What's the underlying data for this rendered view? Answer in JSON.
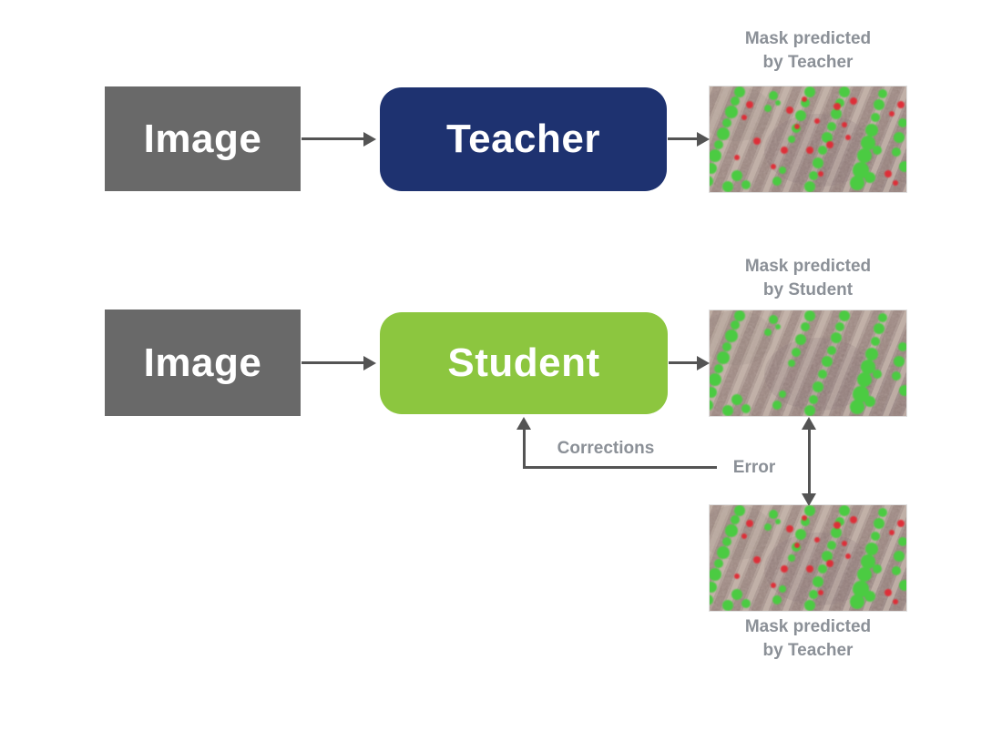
{
  "colors": {
    "page-bg": "#ffffff",
    "box-gray": "#696969",
    "teacher-navy": "#1e3270",
    "student-green": "#8cc63f",
    "box-text": "#ffffff",
    "label-gray": "#8b9097",
    "arrow-gray": "#545454",
    "mask-green": "#4ccb42",
    "mask-red": "#e12b35"
  },
  "top_row": {
    "image_box_label": "Image",
    "teacher_box_label": "Teacher",
    "mask_caption": [
      "Mask predicted",
      "by Teacher"
    ]
  },
  "bottom_row": {
    "image_box_label": "Image",
    "student_box_label": "Student",
    "mask_caption": [
      "Mask predicted",
      "by Student"
    ]
  },
  "feedback": {
    "corrections_label": "Corrections",
    "error_label": "Error",
    "teacher_mask_caption": [
      "Mask predicted",
      "by Teacher"
    ]
  }
}
